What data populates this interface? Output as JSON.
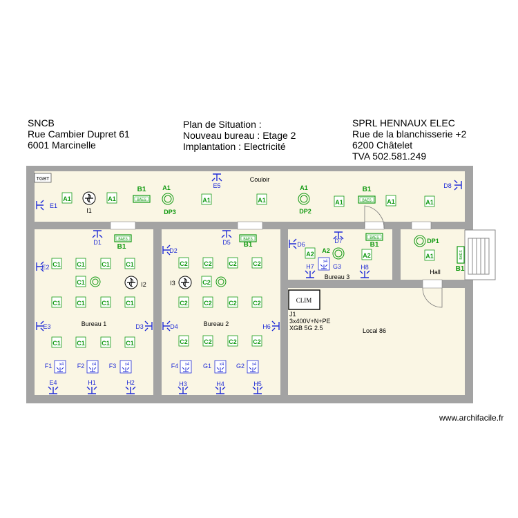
{
  "client": {
    "name": "SNCB",
    "street": "Rue Cambier Dupret 61",
    "city": "6001 Marcinelle"
  },
  "plan_info": {
    "line1": "Plan de Situation :",
    "line2": "Nouveau bureau : Etage 2",
    "line3": "Implantation : Electricité"
  },
  "contractor": {
    "name": "SPRL HENNAUX ELEC",
    "street": "Rue de la blanchisserie +2",
    "city": "6200 Châtelet",
    "vat": "TVA 502.581.249"
  },
  "rooms": {
    "couloir": "Couloir",
    "bureau1": "Bureau 1",
    "bureau2": "Bureau 2",
    "bureau3": "Bureau 3",
    "hall": "Hall",
    "local86": "Local 86"
  },
  "tgbt": "TGBT",
  "clim": {
    "box": "CLIM",
    "line1": "J1",
    "line2": "3x400V+N+PE",
    "line3": "XGB 5G 2.5"
  },
  "baes_text": "BAES",
  "x4_text": "x4",
  "credit": "www.archifacile.fr",
  "symbols": {
    "ceiling_lights": [
      "A1",
      "A1",
      "A1",
      "A1",
      "A1",
      "A1",
      "A1",
      "A1",
      "A1",
      "A1",
      "A2",
      "A2",
      "C1",
      "C1",
      "C1",
      "C1",
      "C1",
      "C1",
      "C1",
      "C1",
      "C1",
      "C1",
      "C1",
      "C1",
      "C1",
      "C2",
      "C2",
      "C2",
      "C2",
      "C2",
      "C2",
      "C2",
      "C2",
      "C2",
      "C2",
      "C2",
      "C2",
      "C2"
    ],
    "detectors": [
      "DP3",
      "DP2",
      "DP1"
    ],
    "emergency": [
      "B1",
      "B1",
      "B1",
      "B1",
      "B1",
      "B1",
      "B1"
    ],
    "outlets": [
      "E1",
      "E2",
      "E3",
      "E4",
      "E5",
      "D1",
      "D2",
      "D3",
      "D4",
      "D5",
      "D6",
      "D7",
      "D8",
      "H1",
      "H2",
      "H3",
      "H4",
      "H5",
      "H6",
      "H7",
      "H8"
    ],
    "fans": [
      "I1",
      "I2",
      "I3"
    ],
    "boxes": [
      "F1",
      "F2",
      "F3",
      "F4",
      "G1",
      "G2",
      "G3"
    ]
  },
  "colors": {
    "room_fill": "#faf6e4",
    "wall": "#9e9e9e",
    "green": "#119911",
    "blue": "#1f2bd6"
  }
}
